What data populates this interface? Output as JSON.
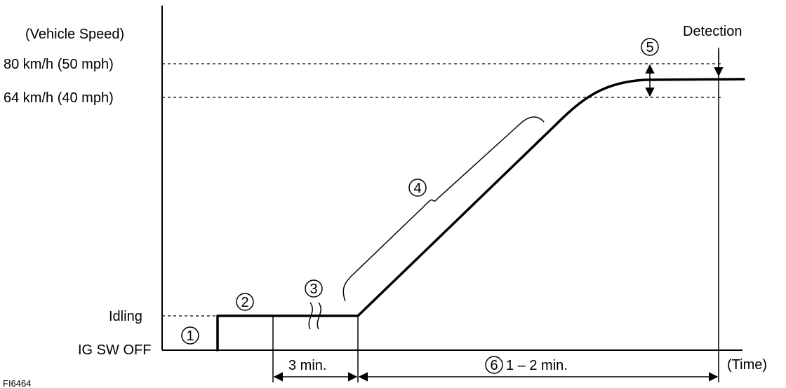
{
  "labels": {
    "y_title": "(Vehicle Speed)",
    "speed_80": "80 km/h (50 mph)",
    "speed_64": "64 km/h (40 mph)",
    "idling": "Idling",
    "ig_sw_off": "IG SW OFF",
    "detection": "Detection",
    "time": "(Time)",
    "figure_code": "FI6464",
    "duration_3": "3 min.",
    "duration_6": "1 – 2 min."
  },
  "steps": [
    "1",
    "2",
    "3",
    "4",
    "5",
    "6"
  ],
  "colors": {
    "ink": "#000000",
    "background": "#ffffff"
  }
}
